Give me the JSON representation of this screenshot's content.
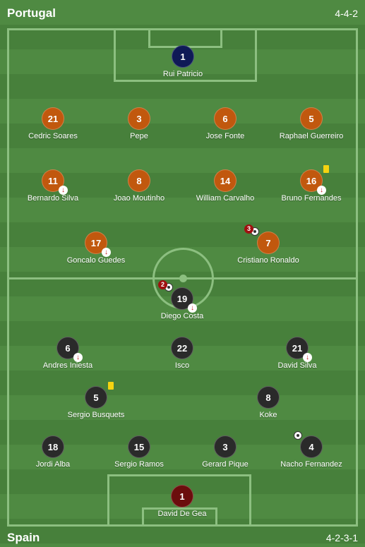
{
  "home": {
    "team": "Portugal",
    "formation": "4-4-2",
    "players": [
      {
        "number": "1",
        "name": "Rui Patricio"
      },
      {
        "number": "21",
        "name": "Cedric Soares"
      },
      {
        "number": "3",
        "name": "Pepe"
      },
      {
        "number": "6",
        "name": "Jose Fonte"
      },
      {
        "number": "5",
        "name": "Raphael Guerreiro"
      },
      {
        "number": "11",
        "name": "Bernardo Silva"
      },
      {
        "number": "8",
        "name": "Joao Moutinho"
      },
      {
        "number": "14",
        "name": "William Carvalho"
      },
      {
        "number": "16",
        "name": "Bruno Fernandes"
      },
      {
        "number": "17",
        "name": "Goncalo Guedes"
      },
      {
        "number": "7",
        "name": "Cristiano Ronaldo",
        "goals": "3"
      }
    ]
  },
  "away": {
    "team": "Spain",
    "formation": "4-2-3-1",
    "players": [
      {
        "number": "19",
        "name": "Diego Costa",
        "goals": "2"
      },
      {
        "number": "6",
        "name": "Andres Iniesta"
      },
      {
        "number": "22",
        "name": "Isco"
      },
      {
        "number": "21",
        "name": "David Silva"
      },
      {
        "number": "5",
        "name": "Sergio Busquets"
      },
      {
        "number": "8",
        "name": "Koke"
      },
      {
        "number": "18",
        "name": "Jordi Alba"
      },
      {
        "number": "15",
        "name": "Sergio Ramos"
      },
      {
        "number": "3",
        "name": "Gerard Pique"
      },
      {
        "number": "4",
        "name": "Nacho Fernandez"
      },
      {
        "number": "1",
        "name": "David De Gea"
      }
    ]
  },
  "icons": {
    "substitution": "sub-off-arrow-icon",
    "yellow_card": "yellow-card-icon",
    "goal": "soccer-ball-icon"
  },
  "colors": {
    "portugal_outfield": "#c1580e",
    "portugal_goalkeeper": "#0f1a56",
    "spain_outfield": "#2a2a2a",
    "spain_goalkeeper": "#6b0d0d",
    "yellow_card": "#f5d311"
  }
}
